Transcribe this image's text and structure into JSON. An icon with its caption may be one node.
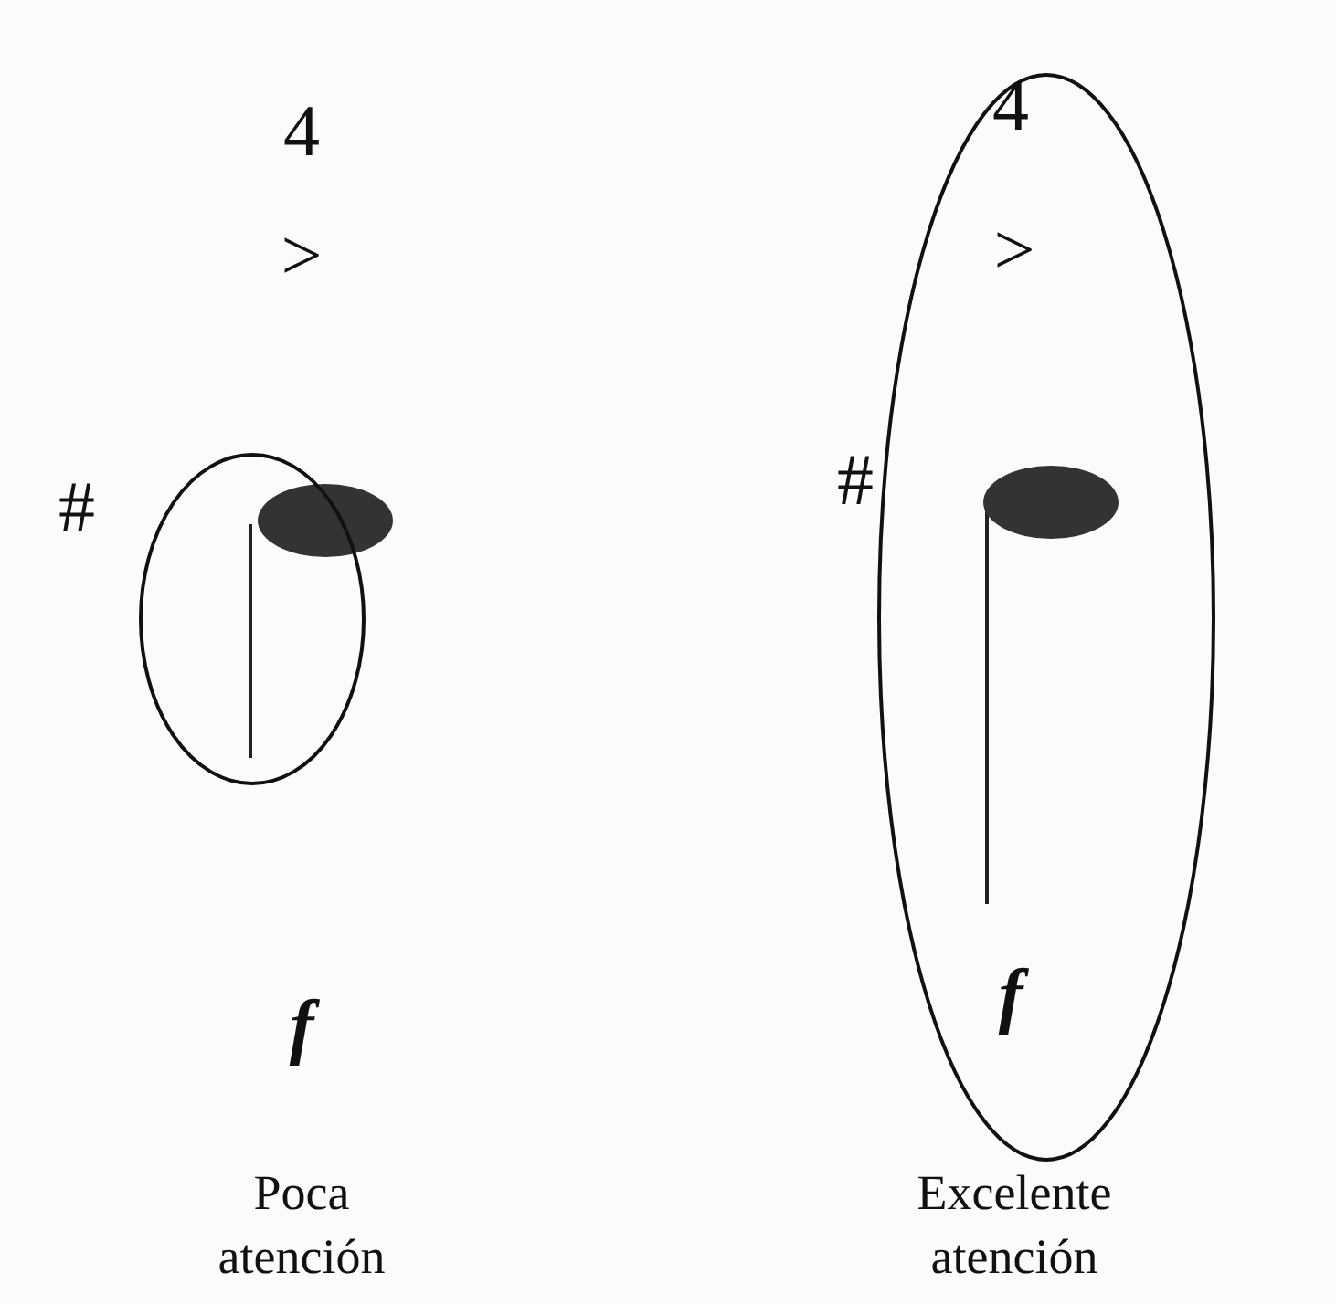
{
  "diagram": {
    "nodes": [
      {
        "text": [],
        "shape": "ellipse"
      },
      {
        "text": [],
        "shape": "ellipse"
      }
    ],
    "labels": [
      "4",
      "4",
      ">",
      ">",
      "#",
      "#",
      "f",
      "f",
      "Poca atención",
      "Excelente atención"
    ]
  }
}
